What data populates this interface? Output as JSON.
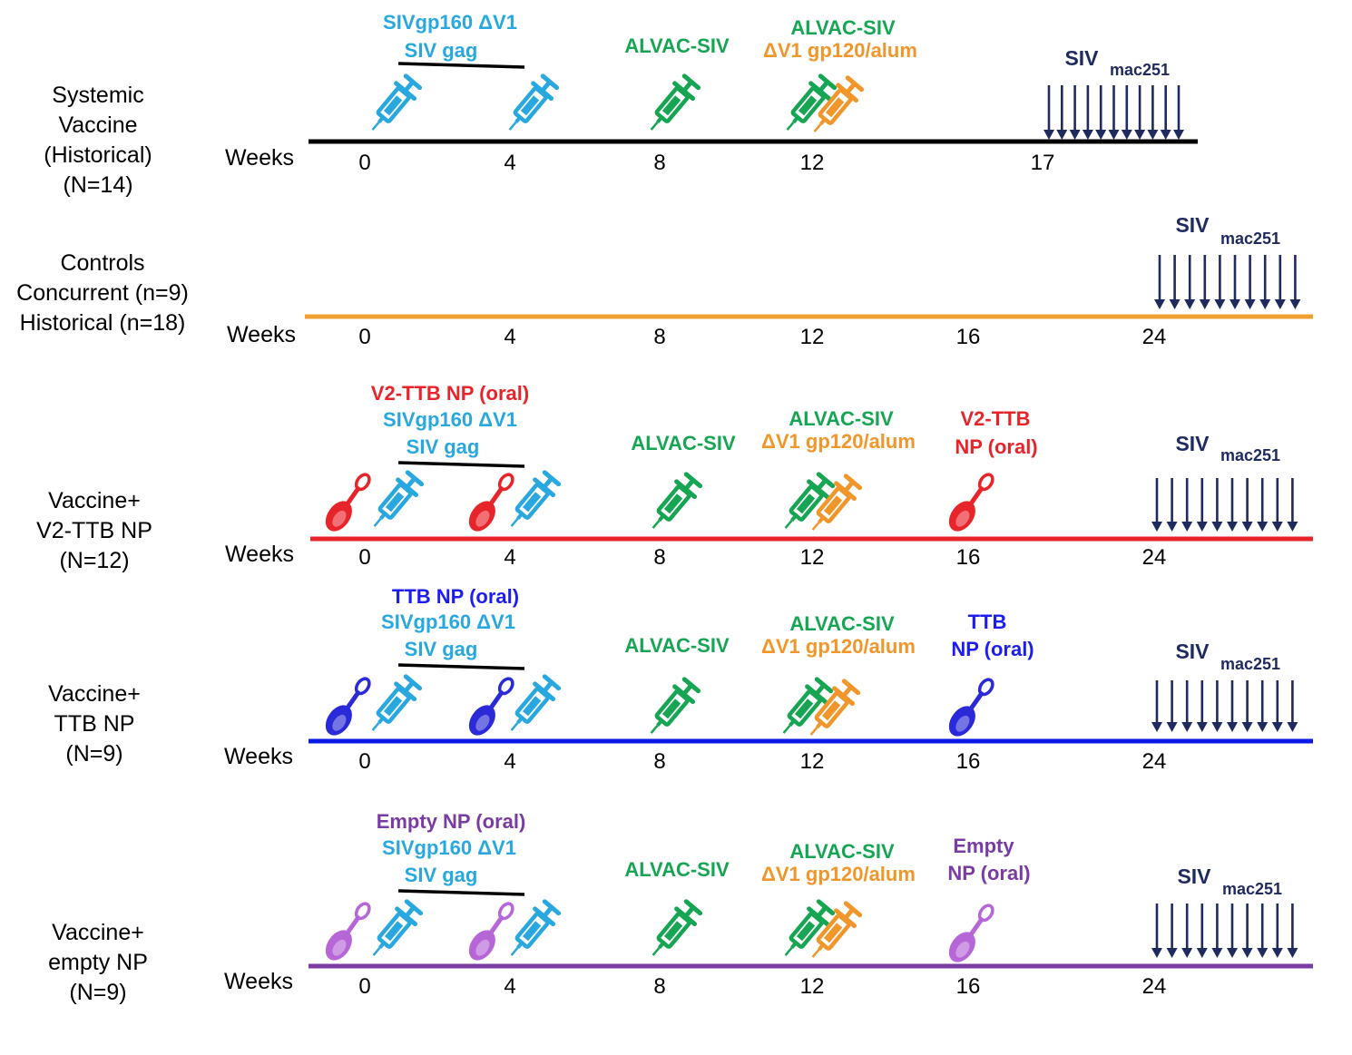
{
  "colors": {
    "black": "#000000",
    "cyan": "#29a8e0",
    "green": "#16a553",
    "orange": "#f0962a",
    "red": "#e8242b",
    "blue": "#1d1df0",
    "purple": "#7a3ba3",
    "navy": "#1f2a5e",
    "timeline_controls": "#f0a030",
    "timeline_red": "#e8242b",
    "timeline_blue": "#0a18e8",
    "timeline_purple": "#7a3ba3",
    "spoon_red": "#e8242b",
    "spoon_blue": "#2a2ad8",
    "spoon_purple": "#b766d8"
  },
  "weeks_label": "Weeks",
  "challenge": {
    "main": "SIV",
    "sub": "mac251"
  },
  "groups": [
    {
      "id": "systemic",
      "name_lines": [
        "Systemic",
        "Vaccine",
        "(Historical)",
        "(N=14)"
      ],
      "line_color": "black",
      "ticks": [
        "0",
        "4",
        "8",
        "12",
        "17"
      ],
      "labels": [
        {
          "text": "SIVgp160 ΔV1",
          "color": "cyan"
        },
        {
          "text": "SIV gag",
          "color": "cyan"
        },
        {
          "text": "ALVAC-SIV",
          "color": "green"
        },
        {
          "text": "ALVAC-SIV",
          "color": "green"
        },
        {
          "text": "ΔV1 gp120/alum",
          "color": "orange"
        }
      ],
      "icons": [
        "syringe-cyan",
        "syringe-cyan",
        "syringe-green",
        "syringe-green",
        "syringe-orange"
      ],
      "challenge_arrows": 11
    },
    {
      "id": "controls",
      "name_lines": [
        "Controls",
        "Concurrent (n=9)",
        "Historical (n=18)"
      ],
      "line_color": "timeline_controls",
      "ticks": [
        "0",
        "4",
        "8",
        "12",
        "16",
        "24"
      ],
      "labels": [],
      "icons": [],
      "challenge_arrows": 10
    },
    {
      "id": "v2ttb",
      "name_lines": [
        "Vaccine+",
        "V2-TTB NP",
        "(N=12)"
      ],
      "line_color": "timeline_red",
      "ticks": [
        "0",
        "4",
        "8",
        "12",
        "16",
        "24"
      ],
      "labels": [
        {
          "text": "V2-TTB NP (oral)",
          "color": "red"
        },
        {
          "text": "SIVgp160 ΔV1",
          "color": "cyan"
        },
        {
          "text": "SIV gag",
          "color": "cyan"
        },
        {
          "text": "ALVAC-SIV",
          "color": "green"
        },
        {
          "text": "ALVAC-SIV",
          "color": "green"
        },
        {
          "text": "ΔV1 gp120/alum",
          "color": "orange"
        },
        {
          "text": "V2-TTB",
          "color": "red"
        },
        {
          "text": "NP (oral)",
          "color": "red"
        }
      ],
      "icons": [
        "spoon-red",
        "syringe-cyan",
        "spoon-red",
        "syringe-cyan",
        "syringe-green",
        "syringe-green",
        "syringe-orange",
        "spoon-red"
      ],
      "challenge_arrows": 10
    },
    {
      "id": "ttb",
      "name_lines": [
        "Vaccine+",
        "TTB NP",
        "(N=9)"
      ],
      "line_color": "timeline_blue",
      "ticks": [
        "0",
        "4",
        "8",
        "12",
        "16",
        "24"
      ],
      "labels": [
        {
          "text": "TTB NP (oral)",
          "color": "blue"
        },
        {
          "text": "SIVgp160 ΔV1",
          "color": "cyan"
        },
        {
          "text": "SIV gag",
          "color": "cyan"
        },
        {
          "text": "ALVAC-SIV",
          "color": "green"
        },
        {
          "text": "ALVAC-SIV",
          "color": "green"
        },
        {
          "text": "ΔV1 gp120/alum",
          "color": "orange"
        },
        {
          "text": "TTB",
          "color": "blue"
        },
        {
          "text": "NP (oral)",
          "color": "blue"
        }
      ],
      "icons": [
        "spoon-blue",
        "syringe-cyan",
        "spoon-blue",
        "syringe-cyan",
        "syringe-green",
        "syringe-green",
        "syringe-orange",
        "spoon-blue"
      ],
      "challenge_arrows": 10
    },
    {
      "id": "empty",
      "name_lines": [
        "Vaccine+",
        "empty NP",
        "(N=9)"
      ],
      "line_color": "timeline_purple",
      "ticks": [
        "0",
        "4",
        "8",
        "12",
        "16",
        "24"
      ],
      "labels": [
        {
          "text": "Empty NP (oral)",
          "color": "purple"
        },
        {
          "text": "SIVgp160 ΔV1",
          "color": "cyan"
        },
        {
          "text": "SIV gag",
          "color": "cyan"
        },
        {
          "text": "ALVAC-SIV",
          "color": "green"
        },
        {
          "text": "ALVAC-SIV",
          "color": "green"
        },
        {
          "text": "ΔV1 gp120/alum",
          "color": "orange"
        },
        {
          "text": "Empty",
          "color": "purple"
        },
        {
          "text": "NP (oral)",
          "color": "purple"
        }
      ],
      "icons": [
        "spoon-purple",
        "syringe-cyan",
        "spoon-purple",
        "syringe-cyan",
        "syringe-green",
        "syringe-green",
        "syringe-orange",
        "spoon-purple"
      ],
      "challenge_arrows": 10
    }
  ]
}
